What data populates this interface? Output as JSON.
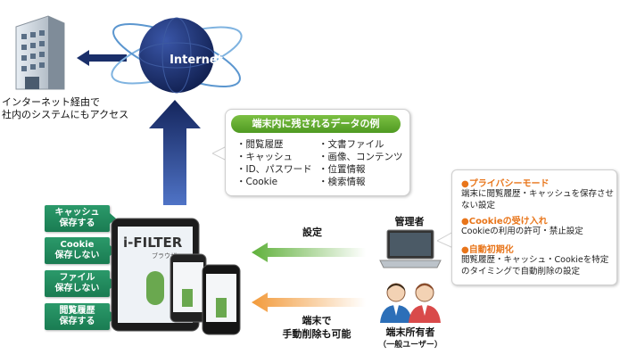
{
  "building": {
    "caption_lines": [
      "インターネット経由で",
      "社内のシステムにもアクセス"
    ]
  },
  "internet": {
    "label": "Internet"
  },
  "bubble": {
    "title": "端末内に残されるデータの例",
    "left_items": [
      "・閲覧履歴",
      "・キャッシュ",
      "・ID、パスワード",
      "・Cookie"
    ],
    "right_items": [
      "・文書ファイル",
      "・画像、コンテンツ",
      "・位置情報",
      "・検索情報"
    ]
  },
  "tags": [
    {
      "line1": "キャッシュ",
      "line2": "保存する"
    },
    {
      "line1": "Cookie",
      "line2": "保存しない"
    },
    {
      "line1": "ファイル",
      "line2": "保存しない"
    },
    {
      "line1": "閲覧履歴",
      "line2": "保存する"
    }
  ],
  "device": {
    "brand": "i-FILTER",
    "sub": "ブラウザー"
  },
  "admin": {
    "label": "管理者"
  },
  "arrows": {
    "setting_label": "設定",
    "manual_delete_lines": [
      "端末で",
      "手動削除も可能"
    ]
  },
  "owner": {
    "label": "端末所有者",
    "sub": "（一般ユーザー）"
  },
  "settings": [
    {
      "title": "●プライバシーモード",
      "desc": "端末に閲覧履歴・キャッシュを保存させない設定"
    },
    {
      "title": "●Cookieの受け入れ",
      "desc": "Cookieの利用の許可・禁止設定"
    },
    {
      "title": "●自動初期化",
      "desc": "閲覧履歴・キャッシュ・Cookieを特定のタイミングで自動削除の設定"
    }
  ],
  "colors": {
    "green": "#4f9a22",
    "tag_green": "#1f8a5c",
    "orange": "#e8751a",
    "navy": "#1a2f6a"
  }
}
